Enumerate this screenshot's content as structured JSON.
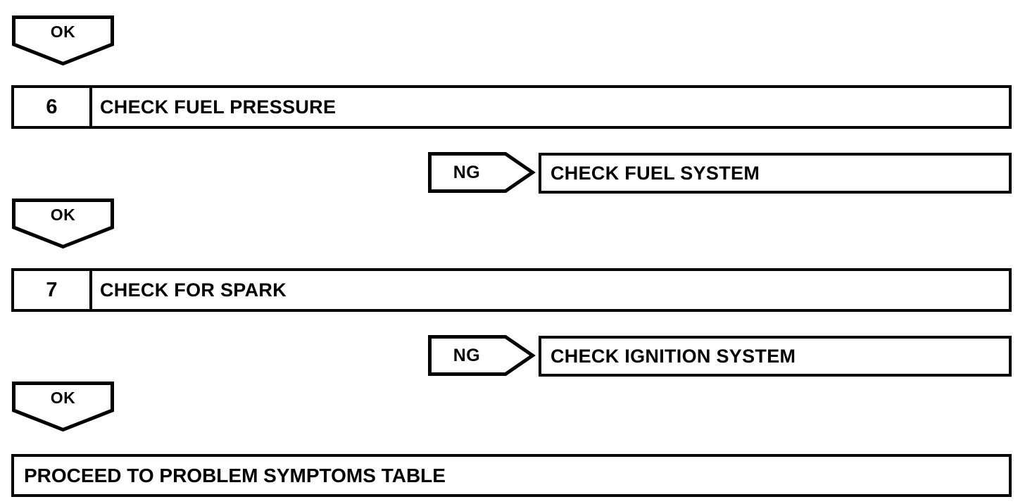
{
  "diagram": {
    "type": "troubleshooting-flowchart",
    "stroke_color": "#000000",
    "background_color": "#ffffff",
    "nodes": [
      {
        "id": "ok-1",
        "kind": "ok-marker",
        "label": "OK"
      },
      {
        "id": "step-6",
        "kind": "step-box",
        "number": "6",
        "title": "CHECK FUEL PRESSURE"
      },
      {
        "id": "ng-1",
        "kind": "ng-marker",
        "label": "NG"
      },
      {
        "id": "result-1",
        "kind": "plain-box",
        "title": "CHECK FUEL SYSTEM"
      },
      {
        "id": "ok-2",
        "kind": "ok-marker",
        "label": "OK"
      },
      {
        "id": "step-7",
        "kind": "step-box",
        "number": "7",
        "title": "CHECK FOR SPARK"
      },
      {
        "id": "ng-2",
        "kind": "ng-marker",
        "label": "NG"
      },
      {
        "id": "result-2",
        "kind": "plain-box",
        "title": "CHECK IGNITION SYSTEM"
      },
      {
        "id": "ok-3",
        "kind": "ok-marker",
        "label": "OK"
      },
      {
        "id": "terminal",
        "kind": "terminal-box",
        "title": "PROCEED TO PROBLEM SYMPTOMS TABLE"
      }
    ]
  }
}
